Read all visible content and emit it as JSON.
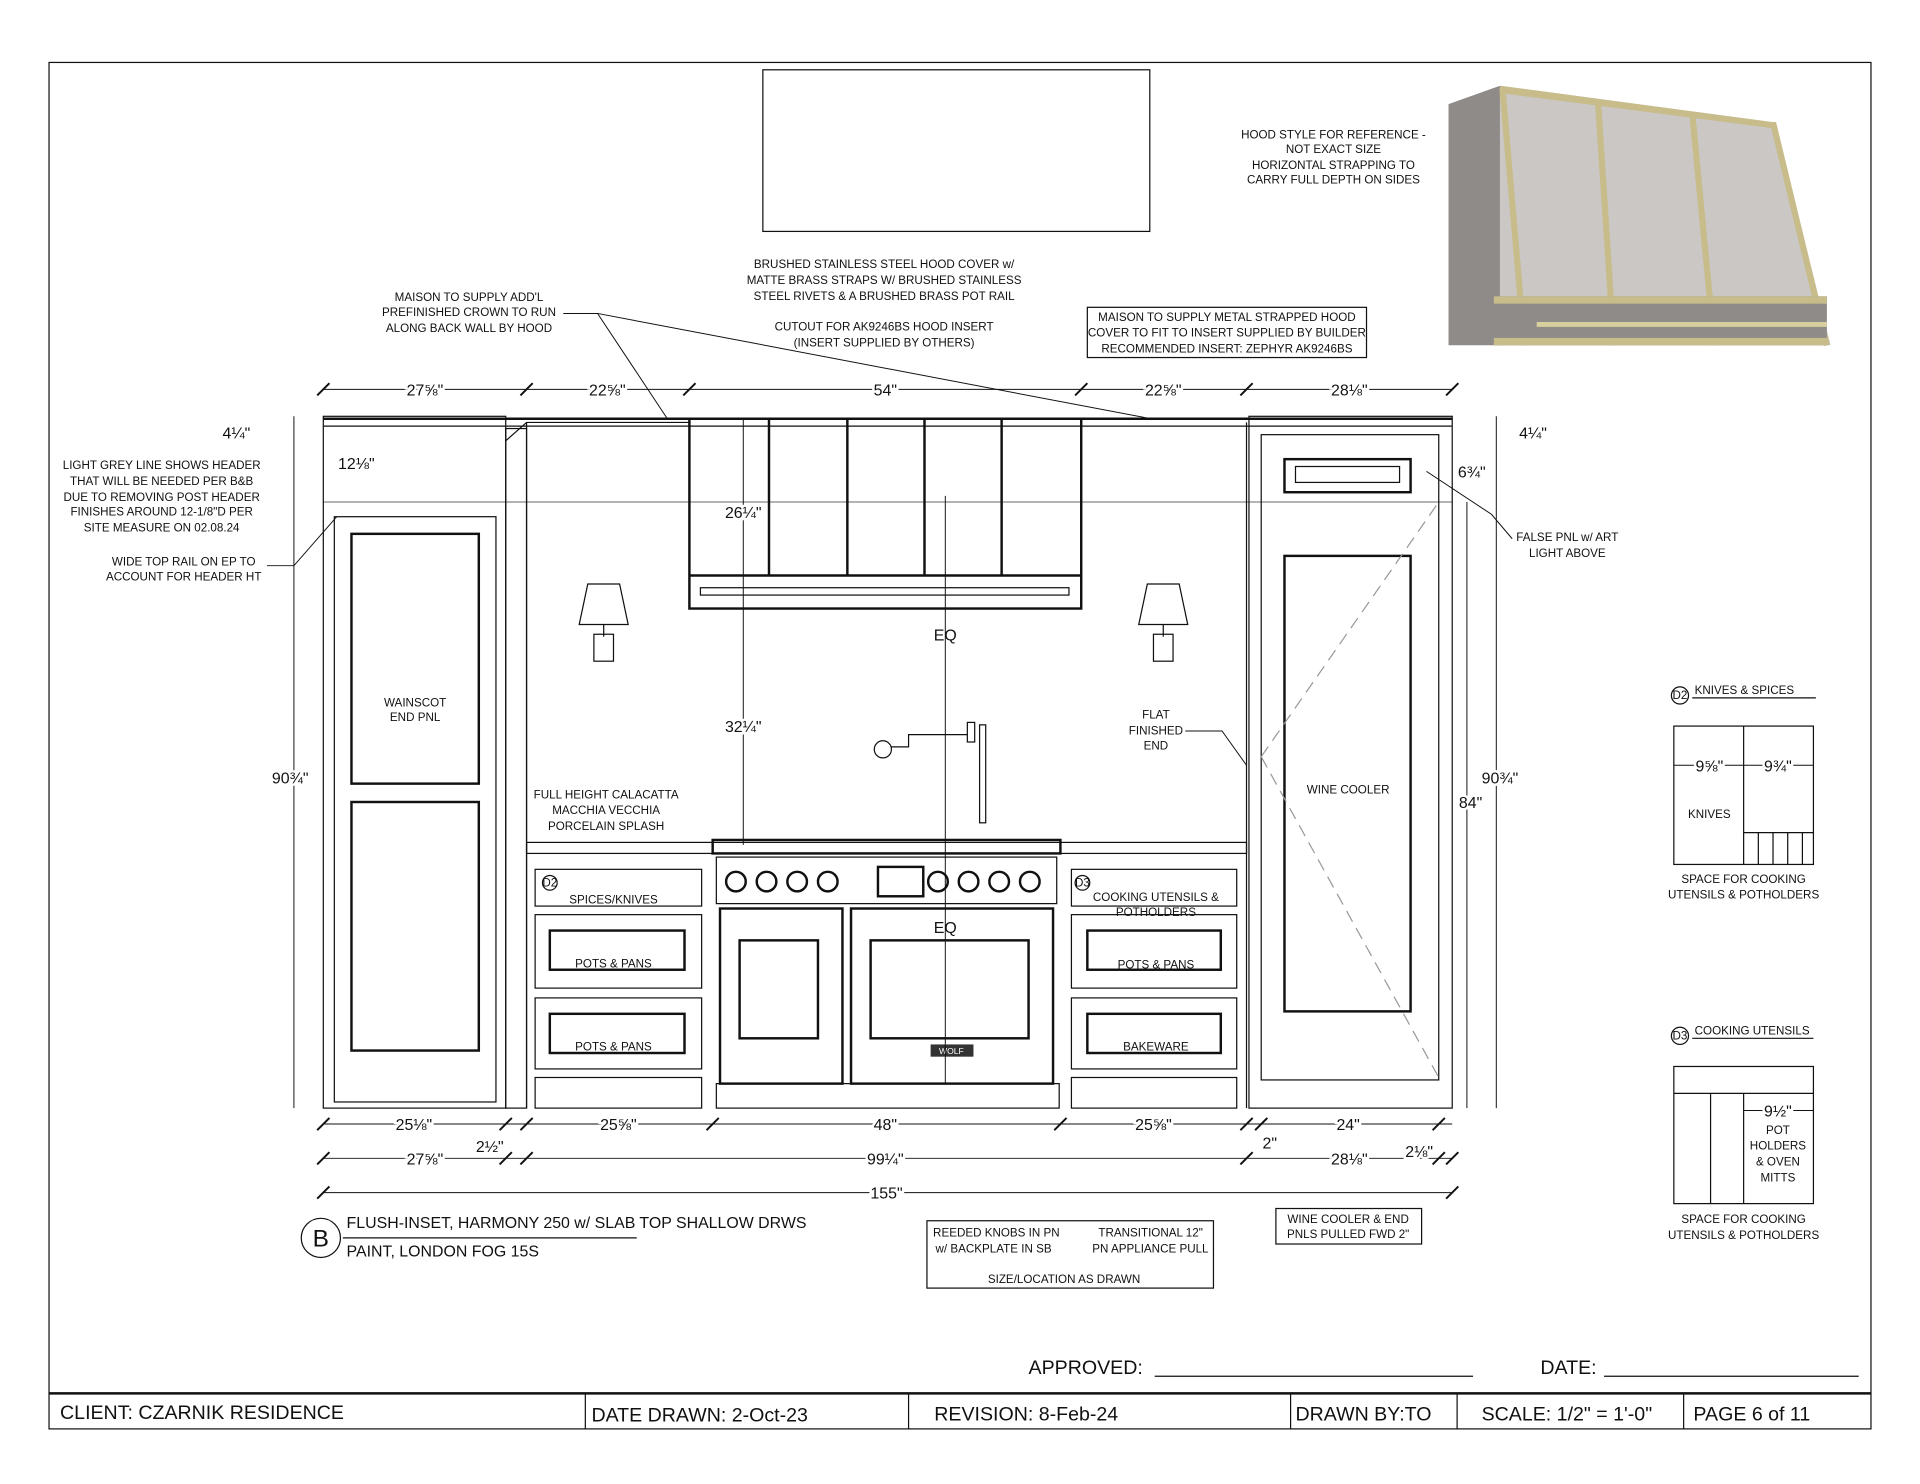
{
  "notes": {
    "hood_ref": [
      "HOOD STYLE FOR REFERENCE -",
      "NOT EXACT SIZE",
      "HORIZONTAL STRAPPING TO",
      "CARRY FULL DEPTH ON SIDES"
    ],
    "hood_cover": [
      "BRUSHED STAINLESS STEEL HOOD COVER w/",
      "MATTE BRASS STRAPS W/ BRUSHED STAINLESS",
      "STEEL RIVETS & A BRUSHED BRASS POT RAIL"
    ],
    "cutout": [
      "CUTOUT FOR AK9246BS HOOD INSERT",
      "(INSERT SUPPLIED BY OTHERS)"
    ],
    "maison_hood": [
      "MAISON TO SUPPLY METAL STRAPPED HOOD",
      "COVER TO FIT TO INSERT SUPPLIED BY BUILDER",
      "RECOMMENDED INSERT: ZEPHYR AK9246BS"
    ],
    "crown": [
      "MAISON TO SUPPLY ADD'L",
      "PREFINISHED CROWN TO RUN",
      "ALONG BACK WALL BY HOOD"
    ],
    "grey_line": [
      "LIGHT GREY LINE SHOWS HEADER",
      "THAT WILL BE NEEDED PER B&B",
      "DUE TO REMOVING POST HEADER",
      "FINISHES AROUND 12-1/8\"D PER",
      "SITE MEASURE ON 02.08.24"
    ],
    "top_rail": [
      "WIDE TOP RAIL ON EP TO",
      "ACCOUNT FOR HEADER HT"
    ],
    "false_pnl": [
      "FALSE PNL w/ ART",
      "LIGHT ABOVE"
    ],
    "flat_end": [
      "FLAT",
      "FINISHED",
      "END"
    ],
    "splash": [
      "FULL HEIGHT CALACATTA",
      "MACCHIA VECCHIA",
      "PORCELAIN SPLASH"
    ],
    "wainscot": [
      "WAINSCOT",
      "END PNL"
    ],
    "wine_cooler": "WINE COOLER",
    "wine_fwd": [
      "WINE COOLER & END",
      "PNLS PULLED FWD 2\""
    ],
    "hardware": {
      "knobs": [
        "REEDED KNOBS IN PN",
        "w/ BACKPLATE IN SB"
      ],
      "pull": [
        "TRANSITIONAL 12\"",
        "PN APPLIANCE PULL"
      ],
      "footer": "SIZE/LOCATION AS DRAWN"
    },
    "eq": "EQ",
    "brand": "WOLF"
  },
  "drawers": {
    "left": [
      "SPICES/KNIVES",
      "POTS & PANS",
      "POTS & PANS"
    ],
    "right": [
      "COOKING UTENSILS &",
      "POTHOLDERS",
      "POTS & PANS",
      "BAKEWARE"
    ],
    "tags": [
      "D2",
      "D3"
    ]
  },
  "dims": {
    "top": [
      "27⅝\"",
      "22⅝\"",
      "54\"",
      "22⅝\"",
      "28⅛\""
    ],
    "bottom1": [
      "25⅛\"",
      "25⅝\"",
      "48\"",
      "25⅝\"",
      "24\""
    ],
    "bottom2": [
      "27⅝\"",
      "2½\"",
      "99¼\"",
      "2\"",
      "28⅛\"",
      "2⅛\""
    ],
    "total": "155\"",
    "left_quarter": "4¼\"",
    "right_quarter": "4¼\"",
    "header": "12⅛\"",
    "hood_h": "26¼\"",
    "splash_h": "32¼\"",
    "left_h": "90¾\"",
    "right_h": "90¾\"",
    "right_84": "84\"",
    "false_pnl": "6¾\""
  },
  "elevation": {
    "tag": "B",
    "line1": "FLUSH-INSET, HARMONY 250 w/ SLAB TOP SHALLOW DRWS",
    "line2": "PAINT, LONDON FOG 15S"
  },
  "details": {
    "d2": {
      "tag": "D2",
      "title": "KNIVES & SPICES",
      "dim1": "9⅝\"",
      "dim2": "9¾\"",
      "label": "KNIVES",
      "caption": [
        "SPACE FOR COOKING",
        "UTENSILS & POTHOLDERS"
      ]
    },
    "d3": {
      "tag": "D3",
      "title": "COOKING UTENSILS",
      "dim": "9½\"",
      "label": [
        "POT",
        "HOLDERS",
        "& OVEN",
        "MITTS"
      ],
      "caption": [
        "SPACE FOR COOKING",
        "UTENSILS & POTHOLDERS"
      ]
    }
  },
  "approval": {
    "approved": "APPROVED:",
    "date": "DATE:"
  },
  "title_block": {
    "client": "CLIENT: CZARNIK RESIDENCE",
    "date_drawn": "DATE DRAWN: 2-Oct-23",
    "revision": "REVISION:  8-Feb-24",
    "drawn_by": "DRAWN BY:TO",
    "scale": "SCALE: 1/2\" = 1'-0\"",
    "page": "PAGE 6 of 11"
  },
  "colors": {
    "steel": "#c9c6c4",
    "steel_side": "#8f8b88",
    "brass": "#c8bc8a"
  }
}
